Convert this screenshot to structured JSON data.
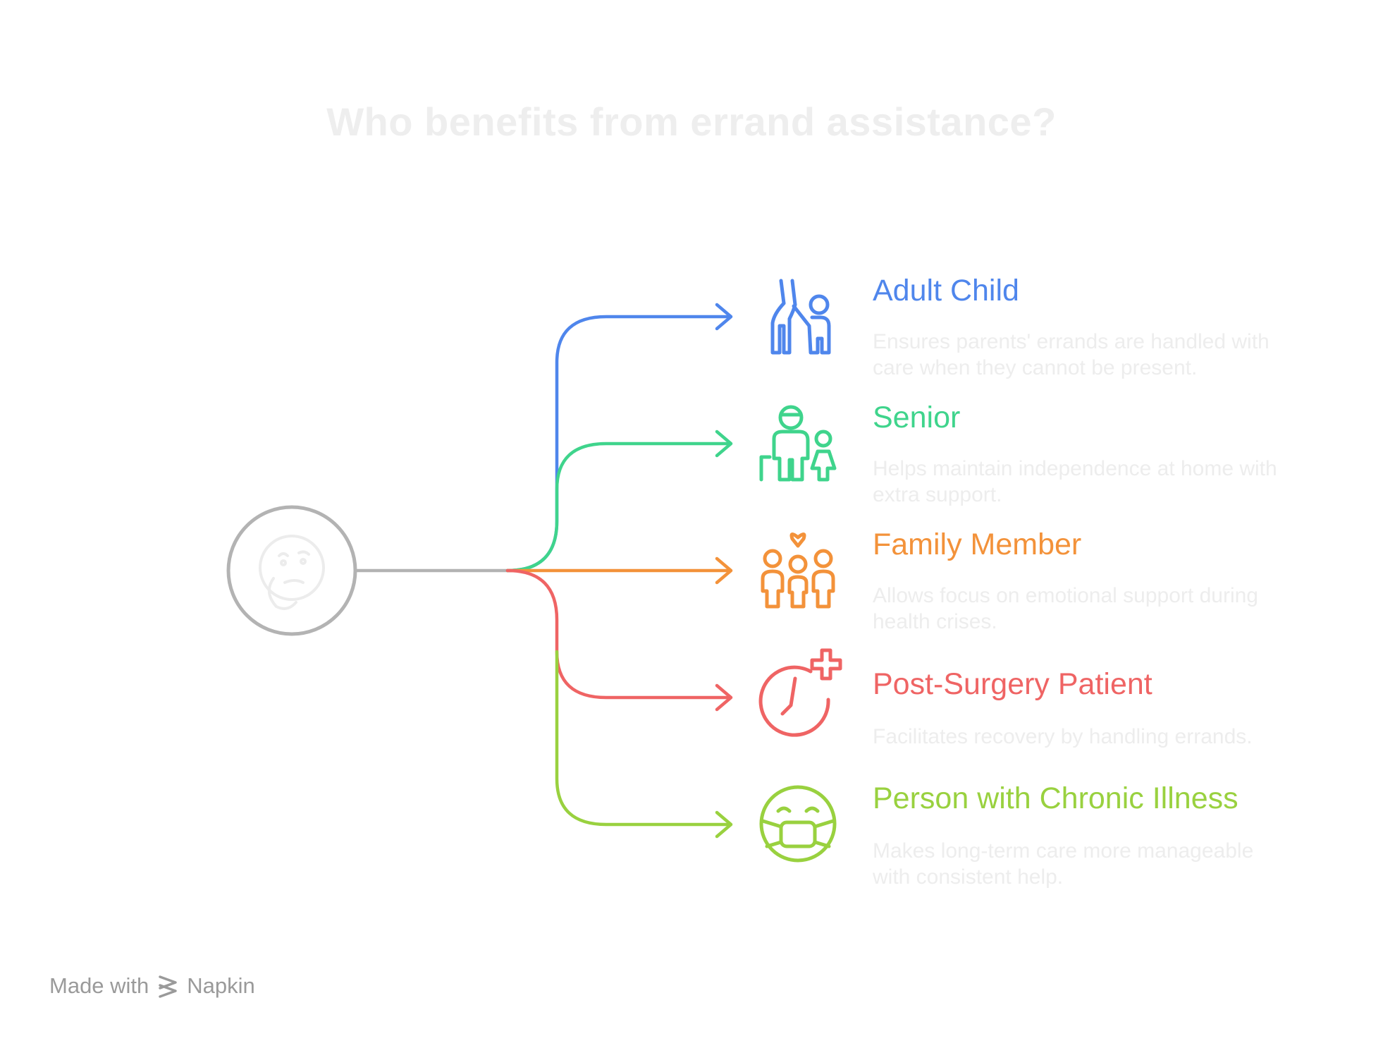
{
  "title": "Who benefits from errand assistance?",
  "center": {
    "icon": "thinking-face-icon",
    "color": "#b3b3b3"
  },
  "branches": [
    {
      "label": "Adult Child",
      "description": "Ensures parents' errands are handled with care when they cannot be present.",
      "icon": "adult-helping-child-icon",
      "color": "#4f86ec"
    },
    {
      "label": "Senior",
      "description": "Helps maintain independence at home with extra support.",
      "icon": "senior-with-cane-icon",
      "color": "#3fd48c"
    },
    {
      "label": "Family Member",
      "description": "Allows focus on emotional support during health crises.",
      "icon": "family-with-heart-icon",
      "color": "#f3923a"
    },
    {
      "label": "Post-Surgery Patient",
      "description": "Facilitates recovery by handling errands.",
      "icon": "medical-clock-icon",
      "color": "#ef6464"
    },
    {
      "label": "Person with Chronic Illness",
      "description": "Makes long-term care more manageable with consistent help.",
      "icon": "masked-face-icon",
      "color": "#99d13f"
    }
  ],
  "footer": {
    "made_with": "Made with",
    "brand": "Napkin",
    "icon": "napkin-logo-icon"
  }
}
